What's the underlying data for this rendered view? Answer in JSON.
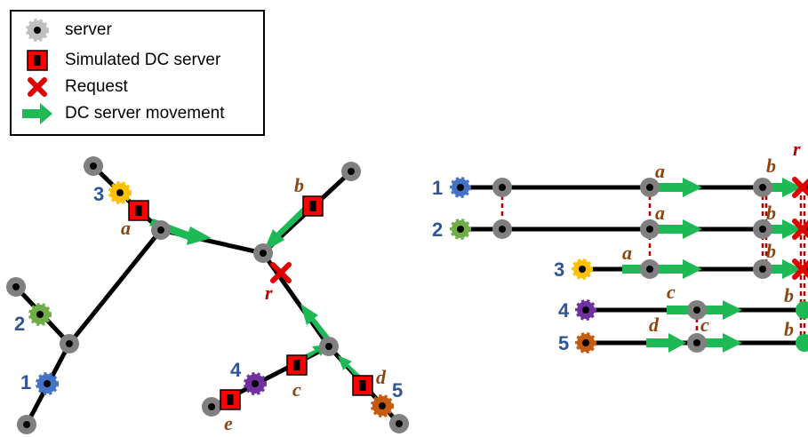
{
  "legend": {
    "server": "server",
    "simulated": "Simulated DC server",
    "request": "Request",
    "movement": "DC server movement"
  },
  "colors": {
    "server": "#7f7f7f",
    "simulated": "#ff0000",
    "request": "#e00000",
    "movement": "#1db954",
    "edge": "#000000",
    "dashed": "#b00000",
    "letter": "#8b4513",
    "number": "#2f5597"
  },
  "left_labels": {
    "a": "a",
    "b": "b",
    "c": "c",
    "d": "d",
    "e": "e",
    "r": "r",
    "n1": "1",
    "n2": "2",
    "n3": "3",
    "n4": "4",
    "n5": "5"
  },
  "right_rows": [
    {
      "num": "1",
      "letters": [
        "a",
        "b"
      ],
      "end": "r"
    },
    {
      "num": "2",
      "letters": [
        "a",
        "b"
      ],
      "end": ""
    },
    {
      "num": "3",
      "letters": [
        "a",
        "b"
      ],
      "end": ""
    },
    {
      "num": "4",
      "letters": [
        "c",
        "b"
      ],
      "end": ""
    },
    {
      "num": "5",
      "letters": [
        "d",
        "c",
        "b"
      ],
      "end": ""
    }
  ]
}
